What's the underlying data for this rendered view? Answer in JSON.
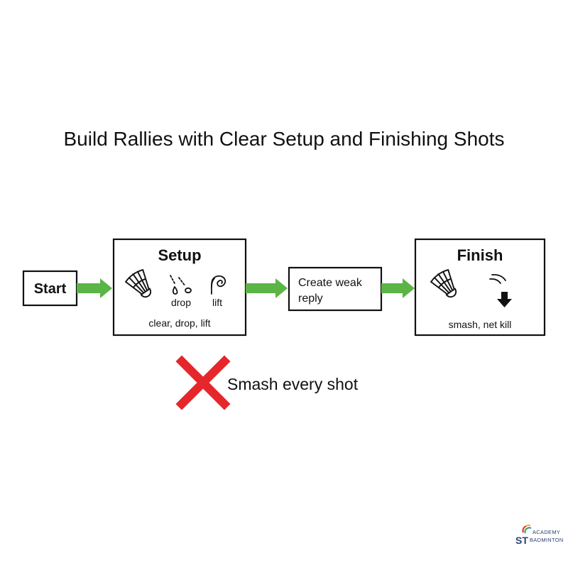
{
  "title": "Build Rallies with Clear Setup and Finishing Shots",
  "nodes": {
    "start": {
      "label": "Start"
    },
    "setup": {
      "title": "Setup",
      "icons": [
        {
          "name": "shuttlecock-icon",
          "label": ""
        },
        {
          "name": "drop-shot-icon",
          "label": "drop"
        },
        {
          "name": "lift-shot-icon",
          "label": "lift"
        }
      ],
      "caption": "clear, drop, lift"
    },
    "create": {
      "line1": "Create weak",
      "line2": "reply"
    },
    "finish": {
      "title": "Finish",
      "icons": [
        {
          "name": "shuttlecock-icon"
        },
        {
          "name": "smash-down-arrow-icon"
        }
      ],
      "caption": "smash, net kill"
    }
  },
  "avoid": {
    "icon": "red-cross-icon",
    "label": "Smash every shot"
  },
  "logo": {
    "top": "ACADEMY",
    "mark": "ST",
    "bottom": "BADMINTON"
  },
  "colors": {
    "arrow": "#5bb446",
    "cross": "#e5262b",
    "border": "#111111"
  }
}
